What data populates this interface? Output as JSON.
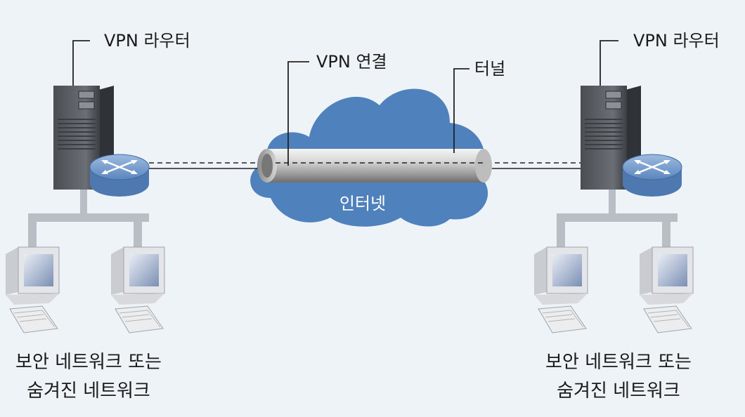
{
  "labels": {
    "vpn_router_left": "VPN 라우터",
    "vpn_router_right": "VPN 라우터",
    "vpn_connection": "VPN 연결",
    "tunnel": "터널",
    "internet": "인터넷",
    "network_left_line1": "보안 네트워크 또는",
    "network_left_line2": "숨겨진 네트워크",
    "network_right_line1": "보안 네트워크 또는",
    "network_right_line2": "숨겨진 네트워크"
  },
  "colors": {
    "background": "#eef3f8",
    "cloud": "#4f81bd",
    "router": "#6f98c9",
    "server": "#555a60",
    "text": "#1a1a1a",
    "internet_text": "#ffffff"
  }
}
